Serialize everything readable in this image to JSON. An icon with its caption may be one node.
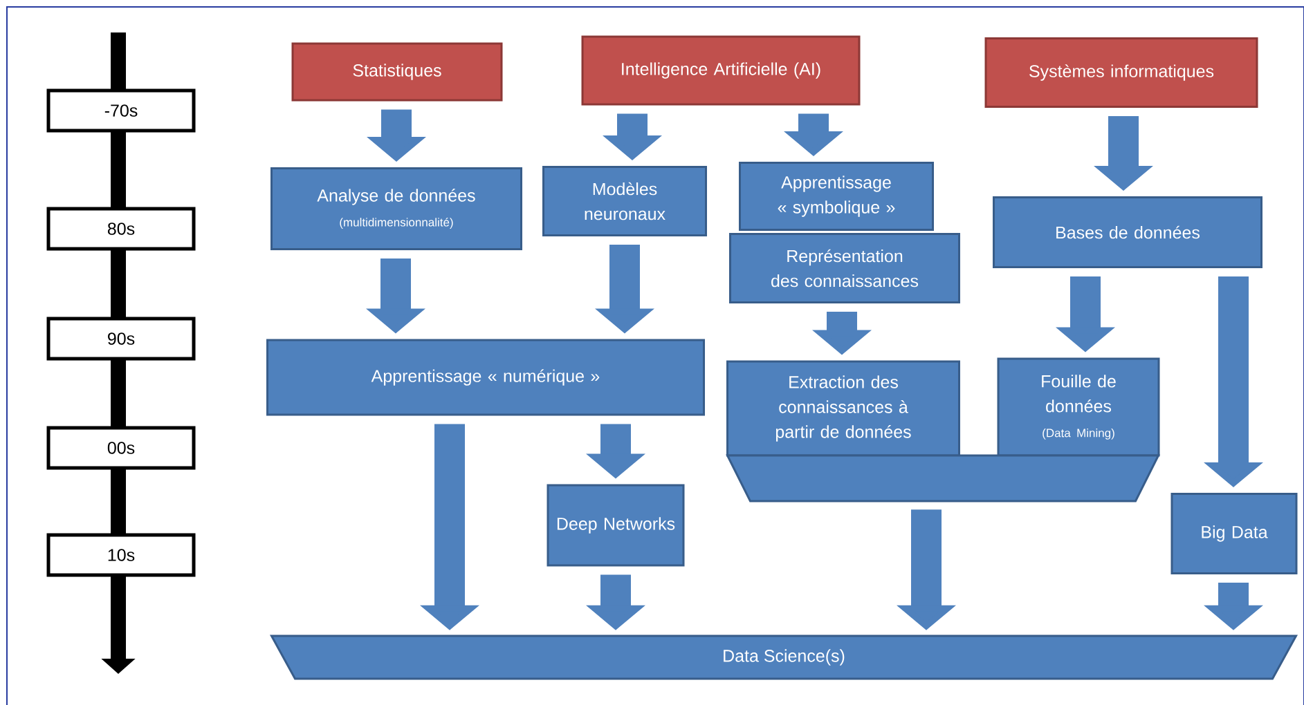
{
  "diagram": {
    "nodes": [
      {
        "text": [
          "Statistiques"
        ]
      },
      {
        "text": [
          "Intelligence Artificielle (AI)"
        ]
      },
      {
        "text": [
          "Systèmes informatiques"
        ]
      },
      {
        "text": [
          "Analyse de données",
          "(multidimensionnalité)"
        ]
      },
      {
        "text": [
          "Modèles neuronaux"
        ]
      },
      {
        "text": [
          "Apprentissage « symbolique »"
        ]
      },
      {
        "text": [
          "Représentation des connaissances"
        ]
      },
      {
        "text": [
          "Bases de données"
        ]
      },
      {
        "text": [
          "Apprentissage « numérique »"
        ]
      },
      {
        "text": [
          "Extraction des connaissances à partir de données"
        ]
      },
      {
        "text": [
          "Fouille de données",
          "(Data Mining)"
        ]
      },
      {
        "text": [],
        "shape": "trapezoid"
      },
      {
        "text": [
          "Deep Networks"
        ]
      },
      {
        "text": [
          "Big Data"
        ]
      },
      {
        "text": [
          "Data Science(s)"
        ]
      },
      {
        "text": [
          "-70s"
        ]
      },
      {
        "text": [
          "80s"
        ]
      },
      {
        "text": [
          "90s"
        ]
      },
      {
        "text": [
          "00s"
        ]
      },
      {
        "text": [
          "10s"
        ]
      }
    ],
    "edges": [
      {
        "from": 0,
        "to": 3,
        "arrow": "to"
      },
      {
        "from": 1,
        "to": 4,
        "arrow": "to"
      },
      {
        "from": 1,
        "to": 5,
        "arrow": "to"
      },
      {
        "from": 2,
        "to": 7,
        "arrow": "to"
      },
      {
        "from": 3,
        "to": 8,
        "arrow": "to"
      },
      {
        "from": 4,
        "to": 8,
        "arrow": "to"
      },
      {
        "from": 6,
        "to": 9,
        "arrow": "to"
      },
      {
        "from": 7,
        "to": 10,
        "arrow": "to"
      },
      {
        "from": 7,
        "to": 13,
        "arrow": "to"
      },
      {
        "from": 8,
        "to": 14,
        "arrow": "to"
      },
      {
        "from": 8,
        "to": 12,
        "arrow": "to"
      },
      {
        "from": 12,
        "to": 14,
        "arrow": "to"
      },
      {
        "from": 11,
        "to": 14,
        "arrow": "to"
      },
      {
        "from": 13,
        "to": 14,
        "arrow": "to"
      }
    ]
  }
}
